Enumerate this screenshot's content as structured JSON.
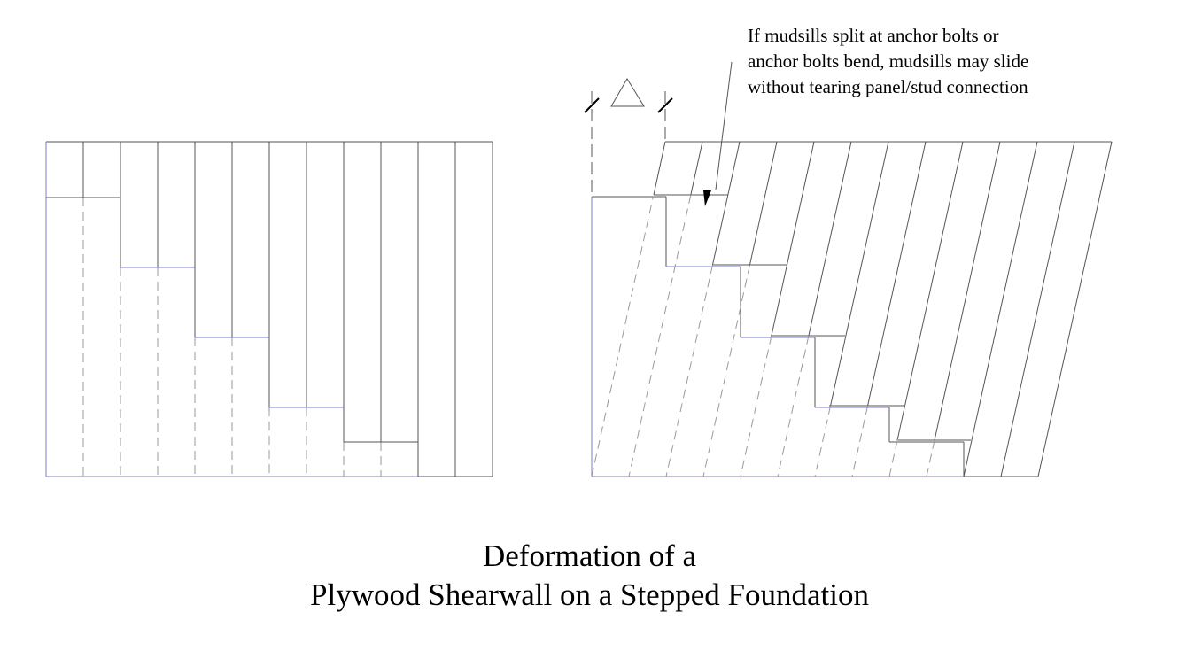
{
  "annotation": {
    "lines": [
      "If mudsills split at anchor bolts or",
      "anchor bolts bend, mudsills may slide",
      "without tearing panel/stud connection"
    ]
  },
  "caption": {
    "line1": "Deformation of a",
    "line2": "Plywood Shearwall on a Stepped Foundation"
  },
  "dimension_symbol": "delta-triangle",
  "colors": {
    "line": "#555555",
    "sill": "#7b7bd6",
    "hidden": "#9a9a9a",
    "text": "#000000"
  }
}
